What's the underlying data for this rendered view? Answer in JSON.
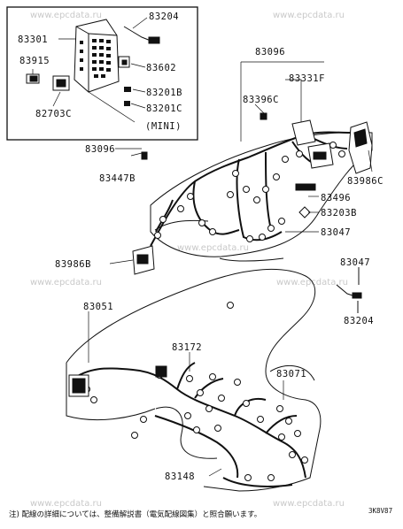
{
  "watermark": "www.epcdata.ru",
  "inset": {
    "labels": {
      "p83204": "83204",
      "p83301": "83301",
      "p83602": "83602",
      "p83915": "83915",
      "p83201B": "83201B",
      "p83201C": "83201C",
      "p82703C": "82703C",
      "mini": "(MINI)"
    }
  },
  "labels": {
    "p83096_top": "83096",
    "p83331F": "83331F",
    "p83396C": "83396C",
    "p83096_left": "83096",
    "p83447B": "83447B",
    "p83986C": "83986C",
    "p83496": "83496",
    "p83203B": "83203B",
    "p83047": "83047",
    "p83986B": "83986B",
    "p83047_detail": "83047",
    "p83204_detail": "83204",
    "p83051": "83051",
    "p83172": "83172",
    "p83071": "83071",
    "p83148": "83148"
  },
  "footnote": "注) 配線の詳細については、整備解説書（電気配線図集）と照合願います。",
  "diagram_code": "3K8V87"
}
